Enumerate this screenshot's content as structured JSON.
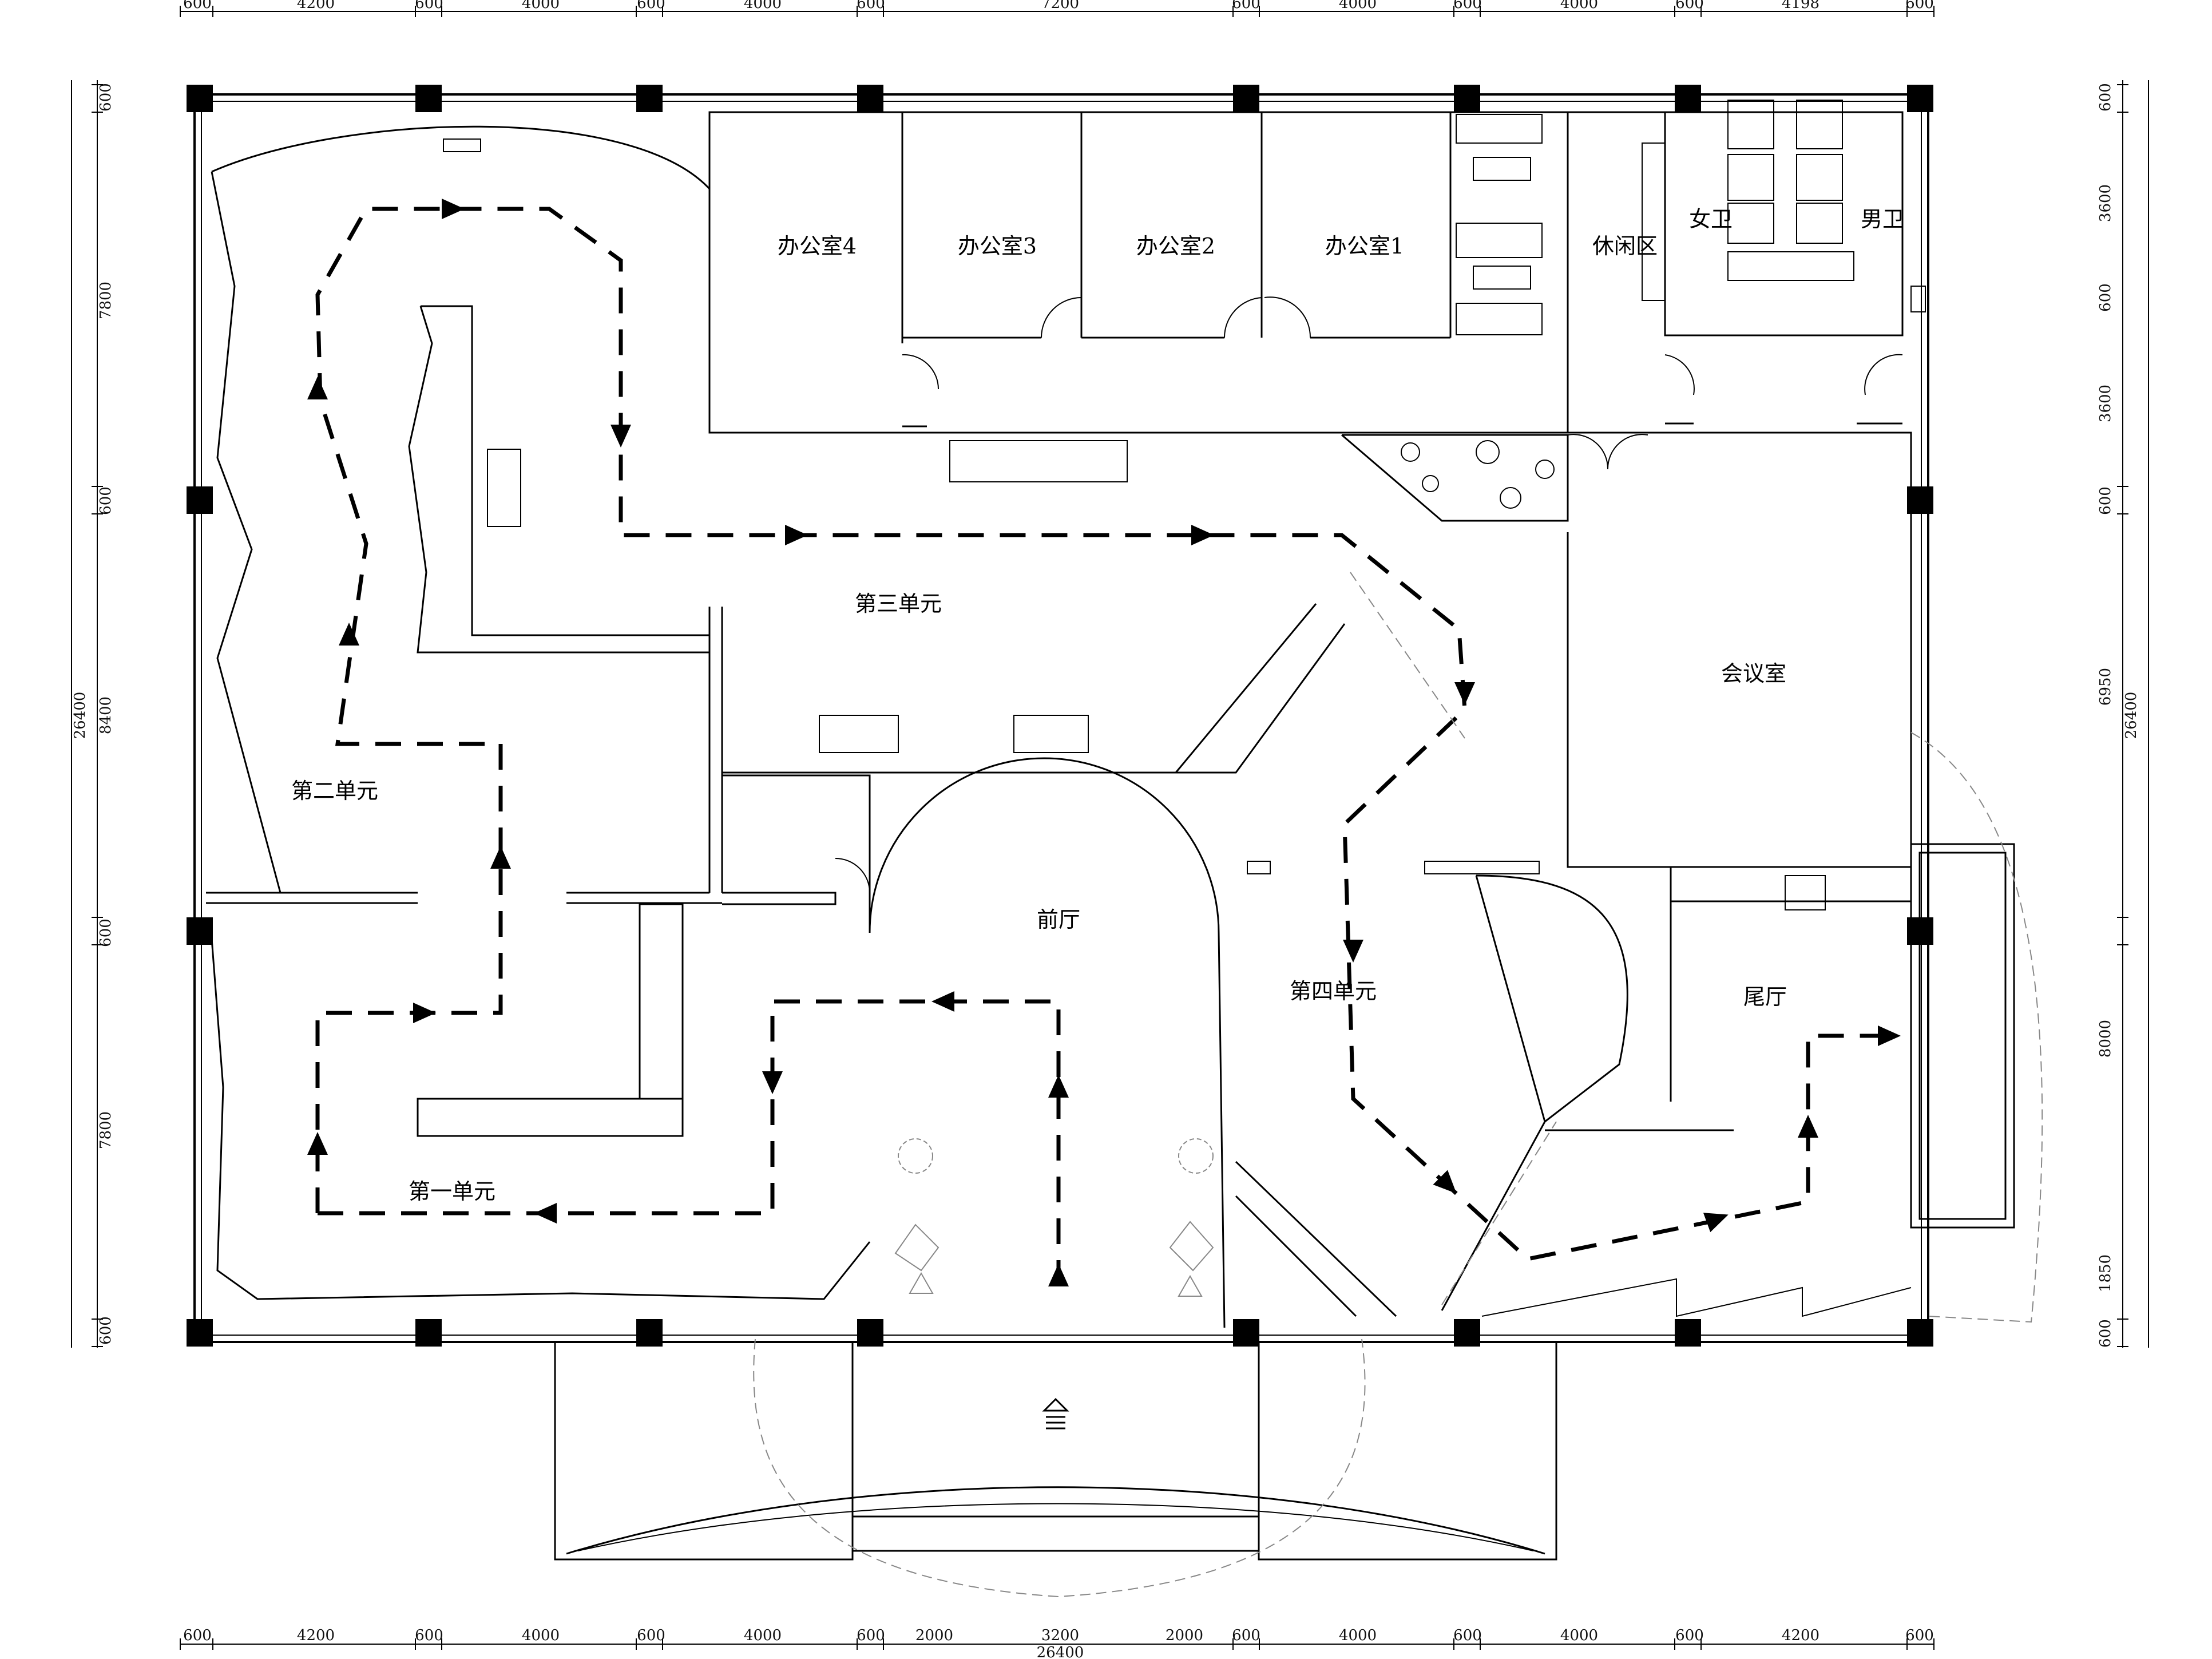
{
  "top_dimensions": [
    "600",
    "4200",
    "600",
    "4000",
    "600",
    "4000",
    "600",
    "7200",
    "600",
    "4000",
    "600",
    "4000",
    "600",
    "4198",
    "600"
  ],
  "bottom_dimensions": [
    "600",
    "4200",
    "600",
    "4000",
    "600",
    "4000",
    "600",
    "2000",
    "3200",
    "2000",
    "600",
    "4000",
    "600",
    "4000",
    "600",
    "4200",
    "600"
  ],
  "bottom_total": "26400",
  "left_dimensions": [
    "600",
    "7800",
    "600",
    "8400",
    "600",
    "7800",
    "600"
  ],
  "left_total": "26400",
  "right_dimensions": [
    "600",
    "3600",
    "600",
    "3600",
    "600",
    "6950",
    "8000",
    "1850",
    "600"
  ],
  "right_total": "26400",
  "rooms": {
    "office4": "办公室4",
    "office3": "办公室3",
    "office2": "办公室2",
    "office1": "办公室1",
    "lounge": "休闲区",
    "women_wc": "女卫",
    "men_wc": "男卫",
    "meeting": "会议室",
    "lobby": "前厅",
    "tail_hall": "尾厅"
  },
  "units": {
    "unit1": "第一单元",
    "unit2": "第二单元",
    "unit3": "第三单元",
    "unit4": "第四单元"
  },
  "colors": {
    "line": "#000000",
    "guide": "#888888"
  },
  "icons": [
    "entrance-arrow-icon",
    "flow-arrow-icon",
    "column-icon",
    "door-swing-icon",
    "planter-icon"
  ]
}
